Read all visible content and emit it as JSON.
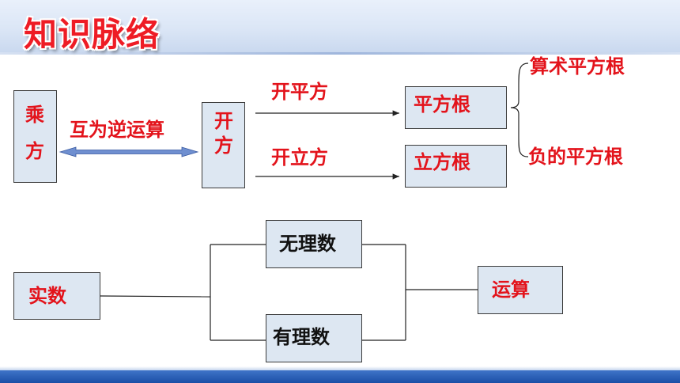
{
  "title": "知识脉络",
  "nodes": {
    "chengfang": [
      "乘",
      "方"
    ],
    "kaifang": [
      "开",
      "方"
    ],
    "pingfanggen": "平方根",
    "lifanggen": "立方根",
    "wulishu": "无理数",
    "youlishu": "有理数",
    "shishu": "实数",
    "yunsuan": "运算"
  },
  "edge_labels": {
    "inverse_ops": "互为逆运算",
    "kai_pingfang": "开平方",
    "kai_lifang": "开立方",
    "suanshu_pingfanggen": "算术平方根",
    "fu_pingfanggen": "负的平方根"
  },
  "colors": {
    "title": "#ee1c25",
    "red_text": "#e3131b",
    "box_fill": "#dde7f2",
    "arrow_blue": "#6f8fd0",
    "footer": "#1b4ea6"
  }
}
